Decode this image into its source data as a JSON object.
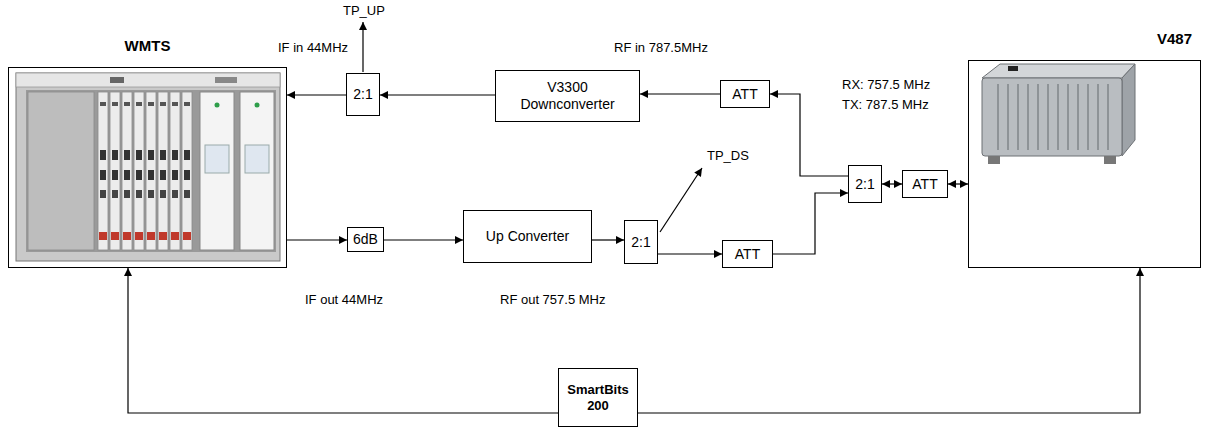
{
  "diagram": {
    "nodes": [
      {
        "text": [
          "WMTS"
        ]
      },
      {
        "text": [
          "2:1"
        ]
      },
      {
        "text": [
          "V3300 Downconverter"
        ]
      },
      {
        "text": [
          "ATT"
        ]
      },
      {
        "text": [
          "2:1"
        ]
      },
      {
        "text": [
          "ATT"
        ]
      },
      {
        "text": [
          "V487"
        ]
      },
      {
        "text": [
          "6dB"
        ]
      },
      {
        "text": [
          "Up Converter"
        ]
      },
      {
        "text": [
          "2:1"
        ]
      },
      {
        "text": [
          "ATT"
        ]
      },
      {
        "text": [
          "SmartBits 200"
        ]
      }
    ],
    "edges": [
      {
        "from": 3,
        "to": 2,
        "arrow": "to"
      },
      {
        "from": 2,
        "to": 1,
        "arrow": "to"
      },
      {
        "from": 1,
        "to": 0,
        "arrow": "to"
      },
      {
        "from": 0,
        "to": 7,
        "arrow": "to"
      },
      {
        "from": 7,
        "to": 8,
        "arrow": "to"
      },
      {
        "from": 8,
        "to": 9,
        "arrow": "to"
      },
      {
        "from": 9,
        "to": 10,
        "arrow": "to"
      },
      {
        "from": 10,
        "to": 4,
        "arrow": "to"
      },
      {
        "from": 4,
        "to": 3,
        "arrow": "to"
      },
      {
        "from": 4,
        "to": 5,
        "arrow": "both"
      },
      {
        "from": 5,
        "to": 6,
        "arrow": "both"
      },
      {
        "from": 11,
        "to": 0,
        "arrow": "to"
      },
      {
        "from": 11,
        "to": 6,
        "arrow": "to"
      }
    ],
    "labels": [
      "TP_UP",
      "IF in 44MHz",
      "RF in 787.5MHz",
      "RX: 757.5 MHz",
      "TX: 787.5 MHz",
      "TP_DS",
      "IF out 44MHz",
      "RF out 757.5 MHz"
    ]
  }
}
